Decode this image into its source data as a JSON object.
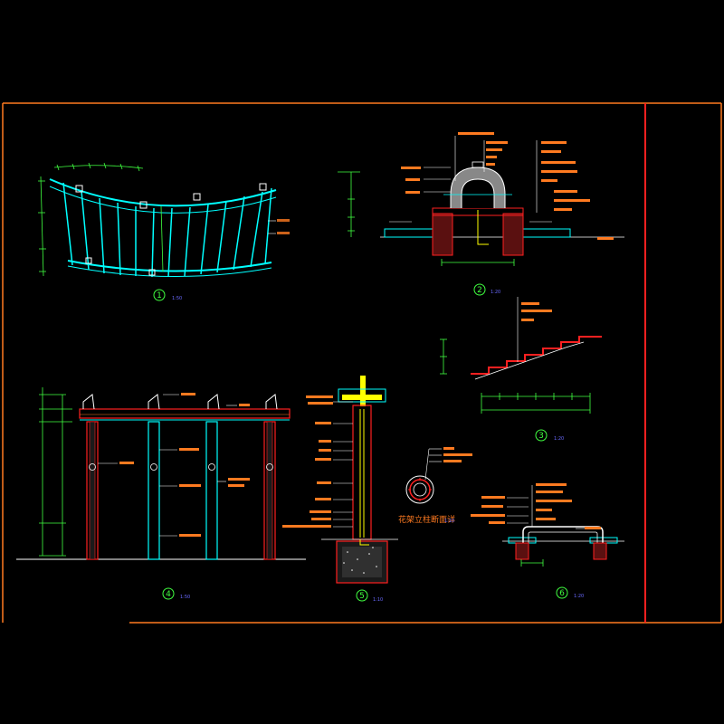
{
  "colors": {
    "background": "#000000",
    "frame": "#ff7a20",
    "frame_red": "#ff2020",
    "cyan": "#00ffff",
    "green": "#40ff40",
    "yellow": "#ffff00",
    "white": "#ffffff",
    "red": "#ff2020",
    "scale_blue": "#6a6aff"
  },
  "details": [
    {
      "number": "1",
      "scale": "1:50"
    },
    {
      "number": "2",
      "scale": "1:20"
    },
    {
      "number": "3",
      "scale": "1:20"
    },
    {
      "number": "4",
      "scale": "1:50"
    },
    {
      "number": "5",
      "scale": "1:10"
    },
    {
      "number": "6",
      "scale": "1:20"
    }
  ],
  "column_section": {
    "title": "花架立柱断面详",
    "scale": "1:10"
  }
}
